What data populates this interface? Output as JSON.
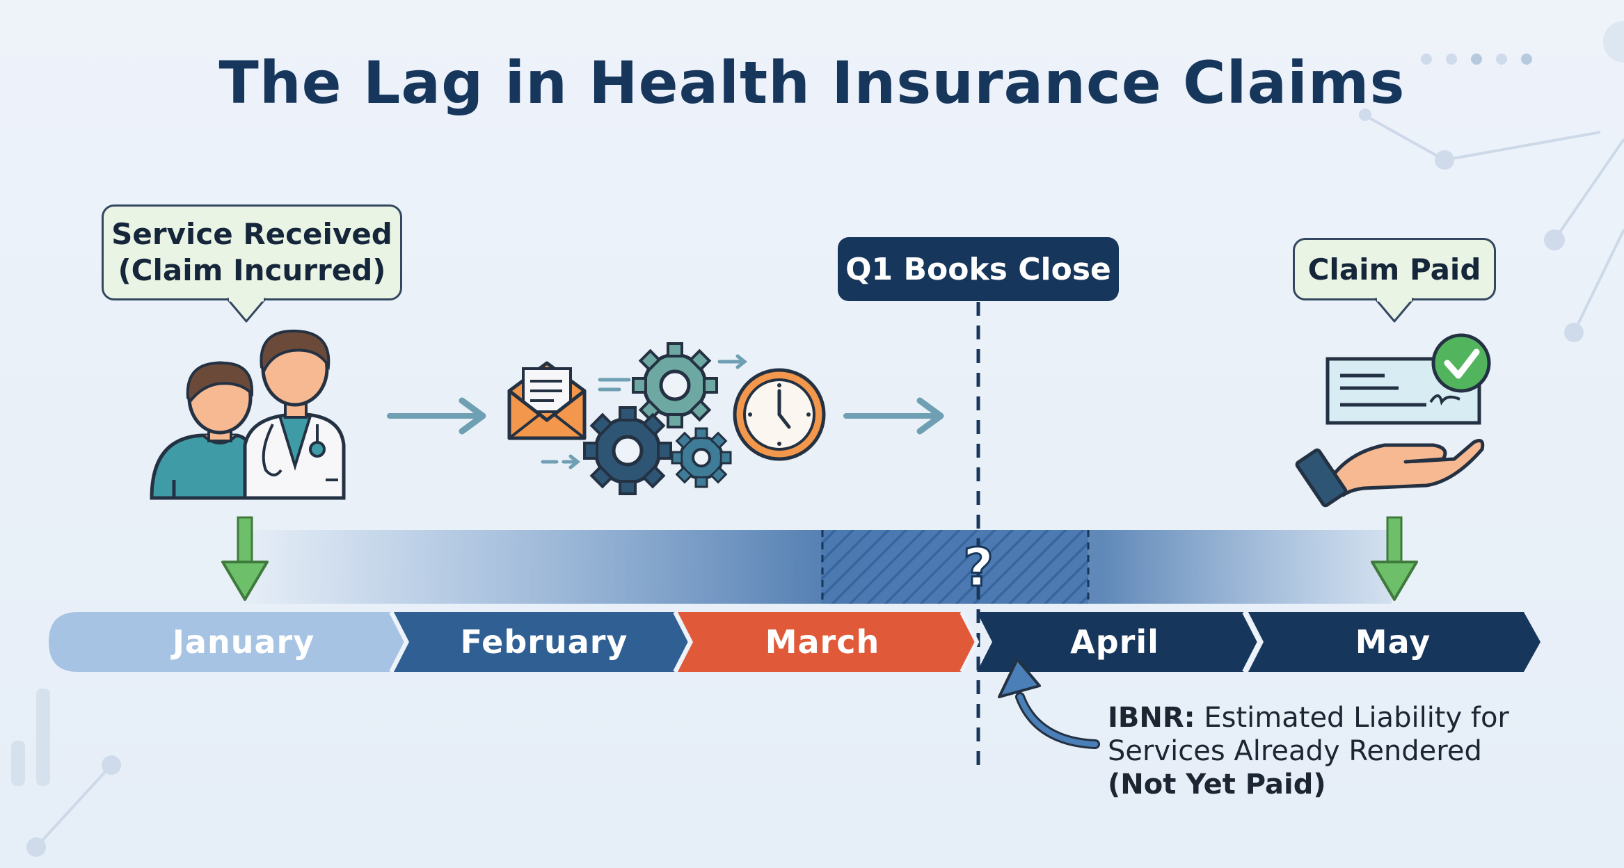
{
  "title": "The Lag in Health Insurance Claims",
  "callouts": {
    "service_line1": "Service Received",
    "service_line2": "(Claim Incurred)",
    "books_close": "Q1 Books Close",
    "claim_paid": "Claim Paid",
    "uncertainty_mark": "?"
  },
  "timeline": {
    "months": [
      "January",
      "February",
      "March",
      "April",
      "May"
    ],
    "highlighted_month": "March"
  },
  "ibnr_note": {
    "term": "IBNR:",
    "line1": "Estimated Liability for",
    "line2": "Services Already Rendered",
    "line3": "(Not Yet Paid)"
  },
  "colors": {
    "navy": "#17365c",
    "mid_blue": "#2f5f93",
    "light_blue": "#a7c3e3",
    "march_orange": "#e05a3a",
    "arrow_green": "#6ebf6a",
    "bubble_fill": "#eaf4e5"
  },
  "icons": [
    "patient-icon",
    "doctor-icon",
    "envelope-icon",
    "gears-icon",
    "clock-icon",
    "check-icon",
    "hand-icon",
    "checkmark-badge-icon"
  ]
}
